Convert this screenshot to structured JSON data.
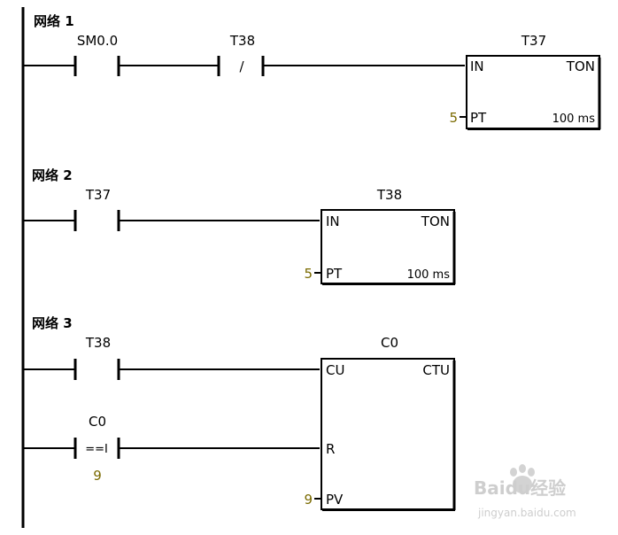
{
  "networks": [
    {
      "label": "网络 1",
      "contacts": [
        {
          "name": "SM0.0",
          "type": "NO"
        },
        {
          "name": "T38",
          "type": "NC",
          "symbol": "/"
        }
      ],
      "box": {
        "name": "T37",
        "type": "TON",
        "in_pin": "IN",
        "pt_pin": "PT",
        "pt_value": "5",
        "resolution": "100 ms"
      }
    },
    {
      "label": "网络 2",
      "contacts": [
        {
          "name": "T37",
          "type": "NO"
        }
      ],
      "box": {
        "name": "T38",
        "type": "TON",
        "in_pin": "IN",
        "pt_pin": "PT",
        "pt_value": "5",
        "resolution": "100 ms"
      }
    },
    {
      "label": "网络 3",
      "contacts": [
        {
          "name": "T38",
          "type": "NO"
        },
        {
          "name": "C0",
          "type": "compare",
          "symbol": "==I",
          "operand": "9"
        }
      ],
      "box": {
        "name": "C0",
        "type": "CTU",
        "cu_pin": "CU",
        "r_pin": "R",
        "pv_pin": "PV",
        "pv_value": "9"
      }
    }
  ],
  "watermark": {
    "logo": "Baidu经验",
    "url": "jingyan.baidu.com"
  }
}
